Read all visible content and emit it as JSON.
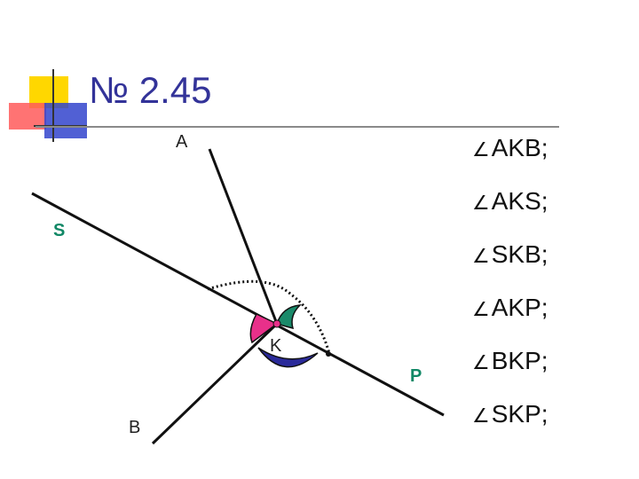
{
  "slide": {
    "title": "№ 2.45",
    "accent_colors": {
      "title": "#333399",
      "yellow": "#ffd700",
      "red": "#ff4040",
      "blue": "#3344cc"
    }
  },
  "figure": {
    "points": {
      "A": "A",
      "K": "K",
      "B": "B"
    },
    "lines": {
      "S": "S",
      "P": "P"
    },
    "arc_colors": {
      "magenta": "#e8308a",
      "teal": "#1a8a6a",
      "navy": "#2a2a9a"
    }
  },
  "angles": [
    {
      "symbol": "∠",
      "text": "AKB;"
    },
    {
      "symbol": "∠",
      "text": "AKS;"
    },
    {
      "symbol": "∠",
      "text": "SKB;"
    },
    {
      "symbol": "∠",
      "text": "AKP;"
    },
    {
      "symbol": "∠",
      "text": "BKP;"
    },
    {
      "symbol": "∠",
      "text": "SKP;"
    }
  ]
}
